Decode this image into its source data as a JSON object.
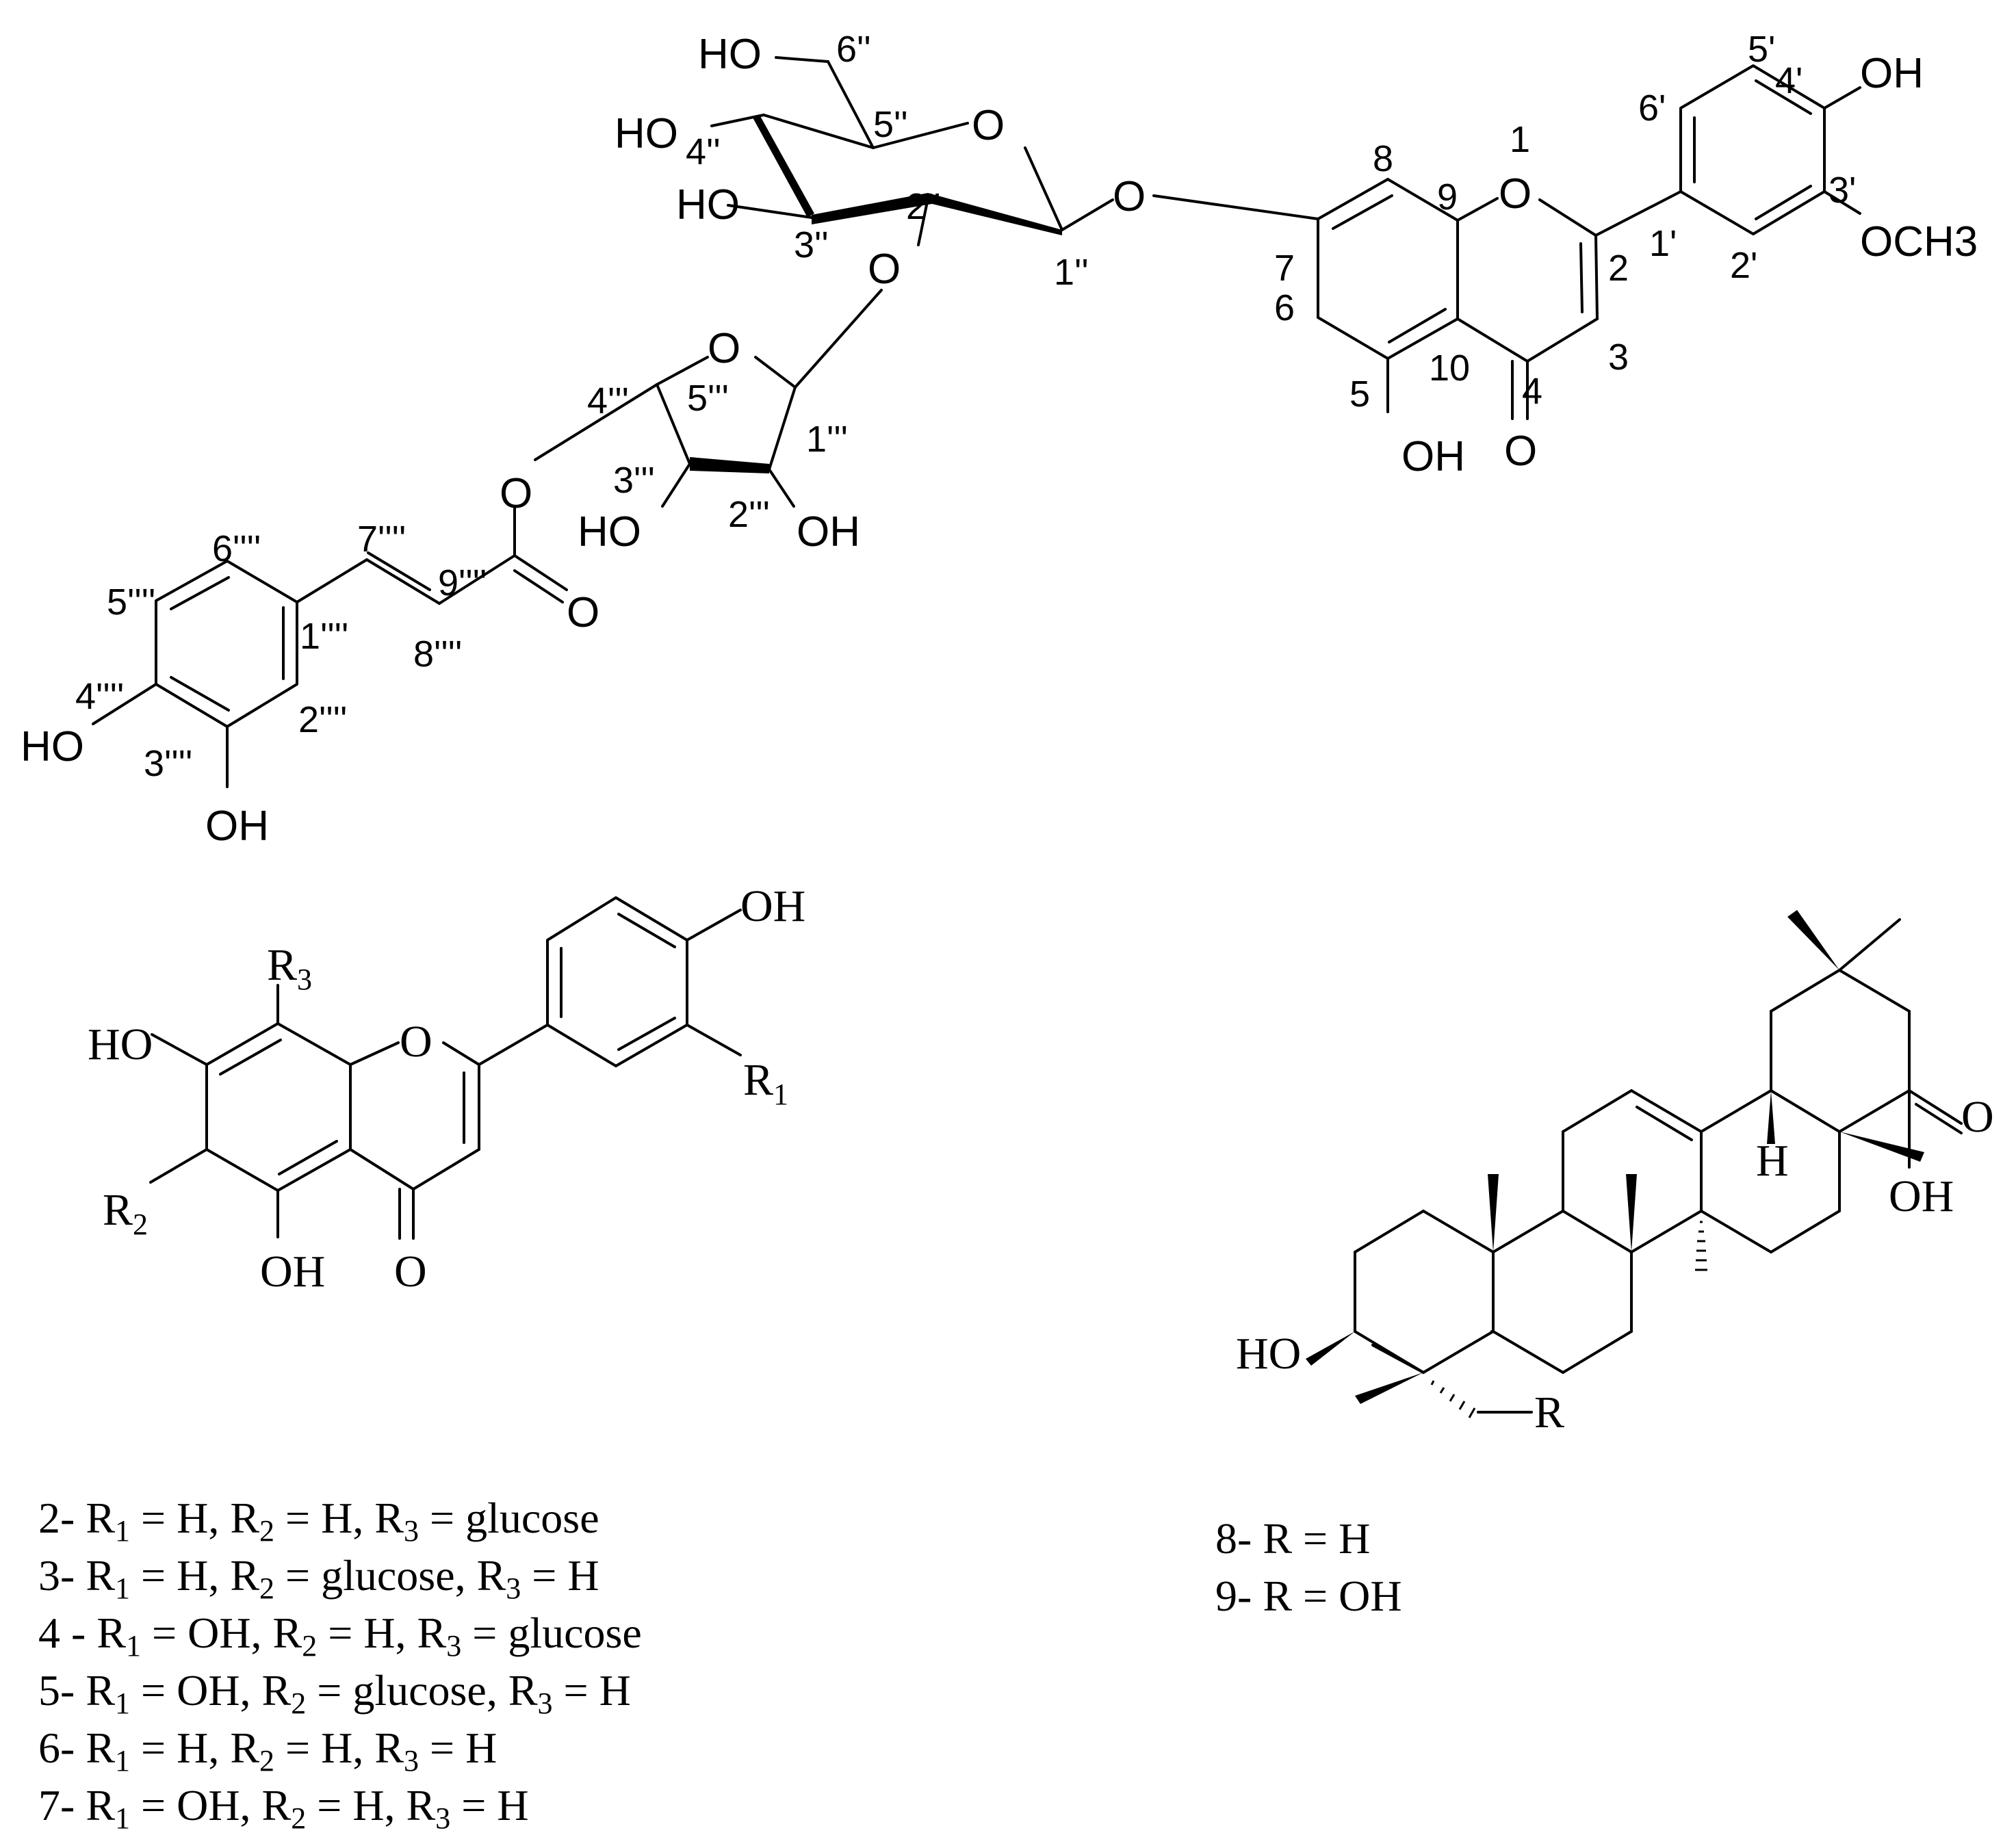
{
  "compound1": {
    "labels": {
      "oh_top": "OH",
      "och3": "OCH3",
      "o_ring": "O",
      "o_ring_num": "1",
      "oh5": "OH",
      "keto_o": "O",
      "n8": "8",
      "n9": "9",
      "n7": "7",
      "n6": "6",
      "n5": "5",
      "n10": "10",
      "n4": "4",
      "n3": "3",
      "n2": "2",
      "n1p": "1'",
      "n2p": "2'",
      "n3p": "3'",
      "n4p": "4'",
      "n5p": "5'",
      "n6p": "6'",
      "o_glyc": "O",
      "ho6": "HO",
      "n6pp": "6''",
      "n5pp": "5''",
      "o_glu": "O",
      "ho4": "HO",
      "n4pp": "4''",
      "ho3": "HO",
      "n3pp": "3''",
      "n2pp": "2''",
      "o2": "O",
      "n1pp": "1''",
      "o_fur": "O",
      "n4ppp": "4'''",
      "n5ppp": "5'''",
      "n1ppp": "1'''",
      "n3ppp": "3'''",
      "n2ppp": "2'''",
      "ho_3ppp": "HO",
      "oh_2ppp": "OH",
      "o_ester": "O",
      "ester_co": "O",
      "n6q": "6''''",
      "n7q": "7''''",
      "n5q": "5''''",
      "n9q": "9''''",
      "n1q": "1''''",
      "n8q": "8''''",
      "n4q": "4''''",
      "n2q": "2''''",
      "n3q": "3''''",
      "ho_4q": "HO",
      "oh_3q": "OH"
    }
  },
  "compound2": {
    "labels": {
      "oh": "OH",
      "r3": "R",
      "r3_sub": "3",
      "ho": "HO",
      "o_ring": "O",
      "r1": "R",
      "r1_sub": "1",
      "r2": "R",
      "r2_sub": "2",
      "oh5": "OH",
      "keto": "O"
    }
  },
  "compound3": {
    "labels": {
      "keto": "O",
      "oh_acid": "OH",
      "h": "H",
      "ho": "HO",
      "r": "R"
    }
  },
  "legend_left": [
    [
      "2- R",
      "1",
      " = H, R",
      "2",
      " = H, R",
      "3",
      " = glucose"
    ],
    [
      "3- R",
      "1",
      " = H, R",
      "2",
      " = glucose, R",
      "3",
      " = H"
    ],
    [
      "4 - R",
      "1",
      " = OH, R",
      "2",
      " = H, R",
      "3",
      " = glucose"
    ],
    [
      "5- R",
      "1",
      " = OH, R",
      "2",
      " = glucose, R",
      "3",
      " = H"
    ],
    [
      "6- R",
      "1",
      " = H, R",
      "2",
      " = H, R",
      "3",
      " = H"
    ],
    [
      "7- R",
      "1",
      " = OH, R",
      "2",
      " = H, R",
      "3",
      " = H"
    ]
  ],
  "legend_right": [
    "8- R = H",
    "9- R = OH"
  ]
}
